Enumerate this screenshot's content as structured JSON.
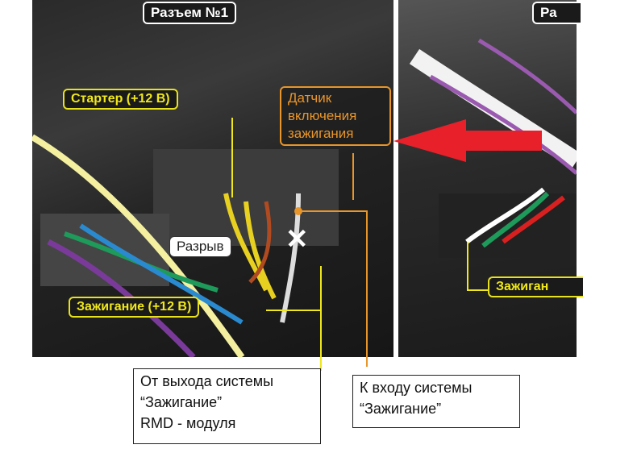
{
  "labels": {
    "connector": "Разъем №1",
    "connector_right": "Ра",
    "starter": "Стартер (+12 В)",
    "sensor": "Датчик включения зажигания",
    "break": "Разрыв",
    "ignition": "Зажигание (+12 В)",
    "ignition_right": "Зажиган",
    "from_output": [
      "От выхода системы",
      "“Зажигание”",
      "RMD - модуля"
    ],
    "to_input": [
      "К входу системы",
      "“Зажигание”"
    ]
  },
  "colors": {
    "arrow": "#e8202a",
    "yellow": "#f0e81a",
    "orange": "#e8952a"
  }
}
